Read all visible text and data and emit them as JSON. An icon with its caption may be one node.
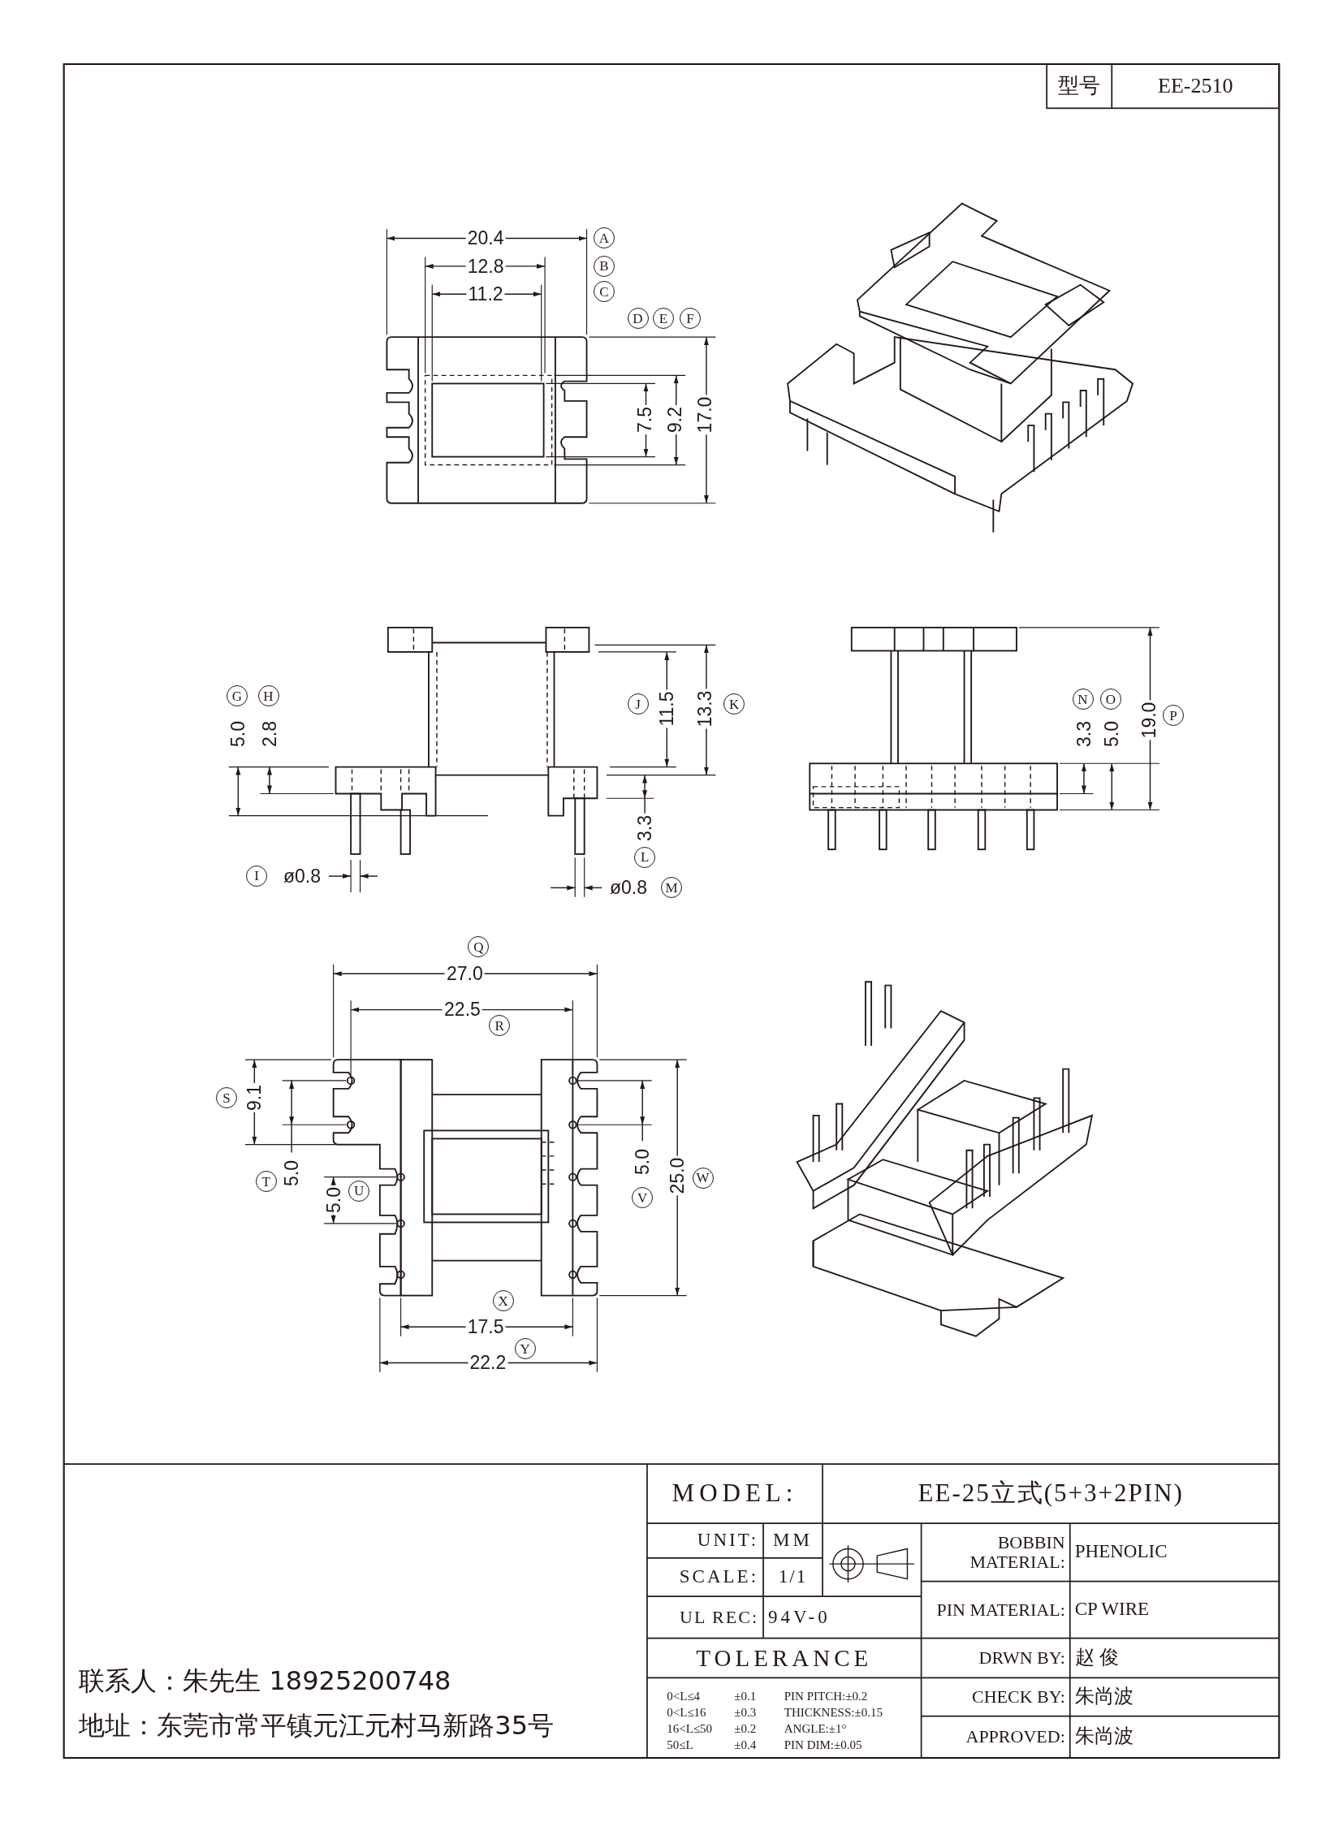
{
  "diagram": {
    "labels": [
      "型号",
      "EE-2510",
      "20.4",
      "A",
      "12.8",
      "B",
      "11.2",
      "C",
      "D",
      "E",
      "F",
      "7.5",
      "9.2",
      "17.0",
      "G",
      "H",
      "5.0",
      "2.8",
      "J",
      "11.5",
      "13.3",
      "K",
      "3.3",
      "L",
      "I",
      "ø0.8",
      "ø0.8",
      "M",
      "N",
      "O",
      "3.3",
      "5.0",
      "19.0",
      "P",
      "Q",
      "27.0",
      "22.5",
      "R",
      "S",
      "9.1",
      "T",
      "5.0",
      "5.0",
      "U",
      "V",
      "5.0",
      "25.0",
      "W",
      "X",
      "17.5",
      "22.2",
      "Y",
      "MODEL:",
      "EE-25立式(5+3+2PIN)",
      "UNIT:",
      "MM",
      "SCALE:",
      "1/1",
      "UL REC:",
      "94V-0",
      "TOLERANCE",
      "0<L≤4",
      "±0.1",
      "PIN PITCH:±0.2",
      "0<L≤16",
      "±0.3",
      "THICKNESS:±0.15",
      "16<L≤50",
      "±0.2",
      "ANGLE:±1°",
      "50≤L",
      "±0.4",
      "PIN DIM:±0.05",
      "BOBBIN MATERIAL:",
      "PHENOLIC",
      "PIN MATERIAL:",
      "CP WIRE",
      "DRWN BY:",
      "赵 俊",
      "CHECK BY:",
      "朱尚波",
      "APPROVED:",
      "朱尚波",
      "联系人：朱先生 18925200748",
      "地址：东莞市常平镇元江元村马新路35号"
    ]
  }
}
